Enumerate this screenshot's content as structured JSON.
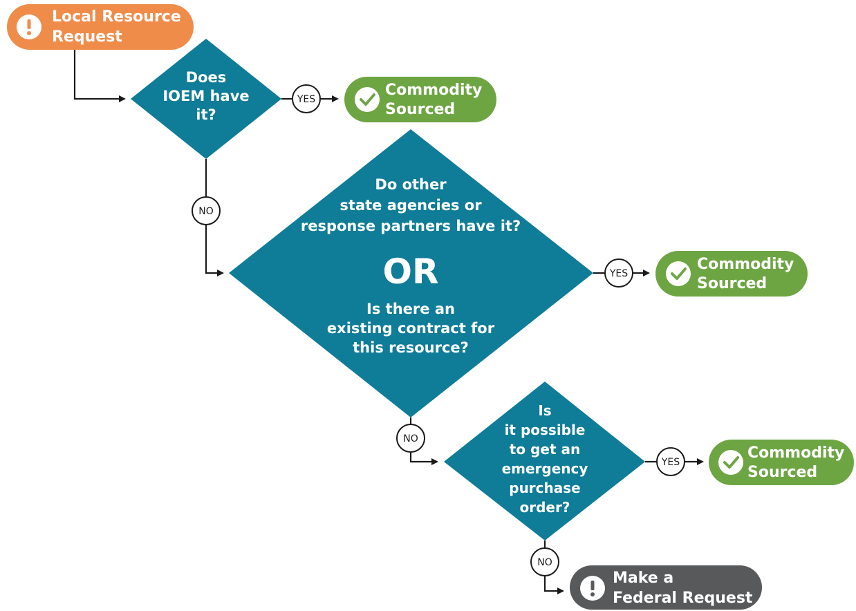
{
  "start": {
    "line1": "Local Resource",
    "line2": "Request",
    "color": "#f08c4a",
    "icon": "alert-icon"
  },
  "q1": {
    "lines": [
      "Does",
      "IOEM have",
      "it?"
    ]
  },
  "q2": {
    "top_lines": [
      "Do other",
      "state agencies or",
      "response partners have it?"
    ],
    "or_label": "OR",
    "bottom_lines": [
      "Is there an",
      "existing contract for",
      "this resource?"
    ]
  },
  "q3": {
    "lines": [
      "Is",
      "it possible",
      "to get an",
      "emergency",
      "purchase",
      "order?"
    ]
  },
  "outcome": {
    "line1": "Commodity",
    "line2": "Sourced",
    "color": "#6da542",
    "icon": "check-circle-icon"
  },
  "end": {
    "line1": "Make a",
    "line2": "Federal Request",
    "color": "#58595b",
    "icon": "alert-icon"
  },
  "labels": {
    "yes": "YES",
    "no": "NO"
  },
  "colors": {
    "diamond": "#0f7c98",
    "start": "#f08c4a",
    "success": "#6da542",
    "end": "#58595b"
  }
}
